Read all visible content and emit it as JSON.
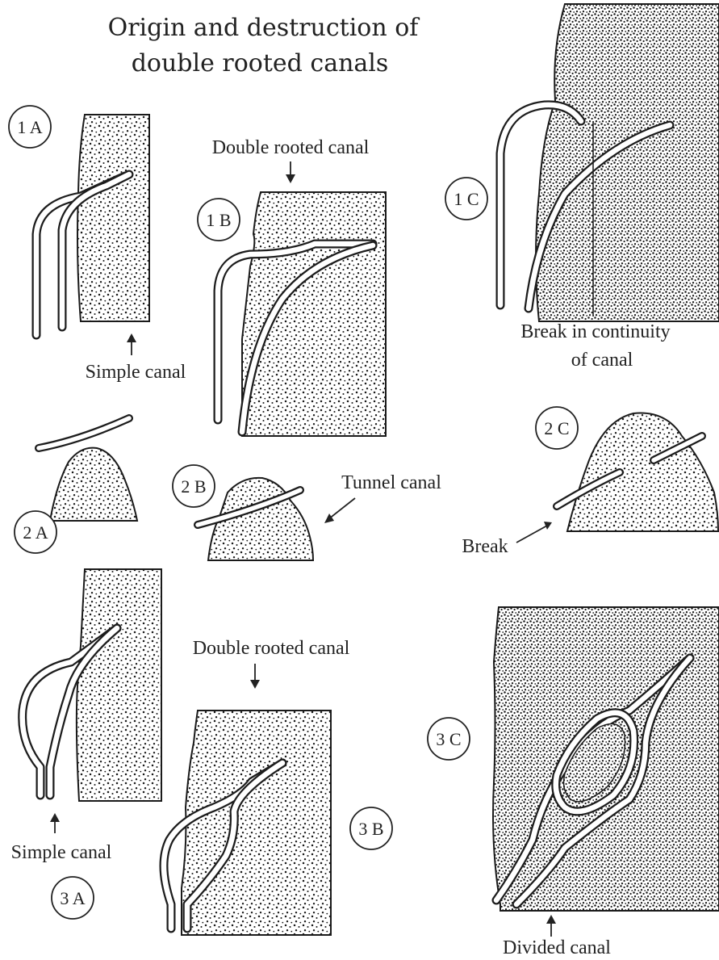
{
  "title": {
    "line1": "Origin and destruction of",
    "line2": "double rooted canals"
  },
  "panels": {
    "p1a": "1 A",
    "p1b": "1 B",
    "p1c": "1 C",
    "p2a": "2 A",
    "p2b": "2 B",
    "p2c": "2 C",
    "p3a": "3 A",
    "p3b": "3 B",
    "p3c": "3 C"
  },
  "labels": {
    "double_rooted_top": "Double rooted canal",
    "simple_canal_top": "Simple canal",
    "break_continuity_1": "Break in continuity",
    "break_continuity_2": "of canal",
    "tunnel_canal": "Tunnel canal",
    "break": "Break",
    "double_rooted_bottom": "Double rooted canal",
    "simple_canal_bottom": "Simple canal",
    "divided_canal": "Divided canal"
  },
  "colors": {
    "ink": "#1c1c1c",
    "paper": "#ffffff"
  }
}
